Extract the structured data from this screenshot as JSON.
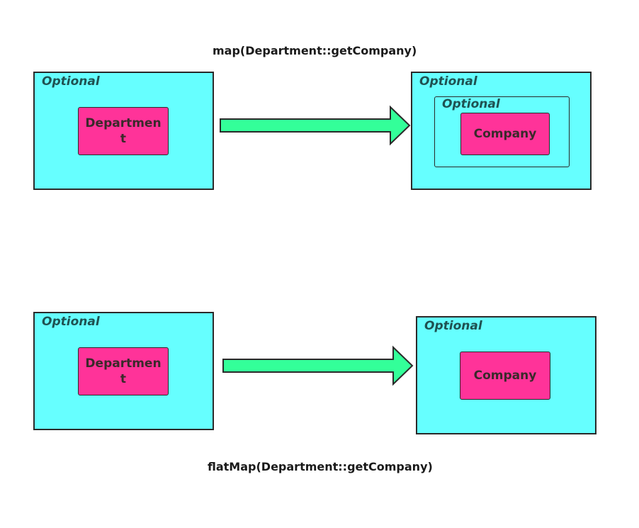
{
  "captions": {
    "map": "map(Department::getCompany)",
    "flatmap": "flatMap(Department::getCompany)"
  },
  "labels": {
    "optional": "Optional",
    "department": "Departmen\nt",
    "company": "Company"
  },
  "colors": {
    "optional_fill": "#66ffff",
    "entity_fill": "#ff3399",
    "arrow_fill": "#33ff99",
    "stroke": "#2a2a2a"
  }
}
